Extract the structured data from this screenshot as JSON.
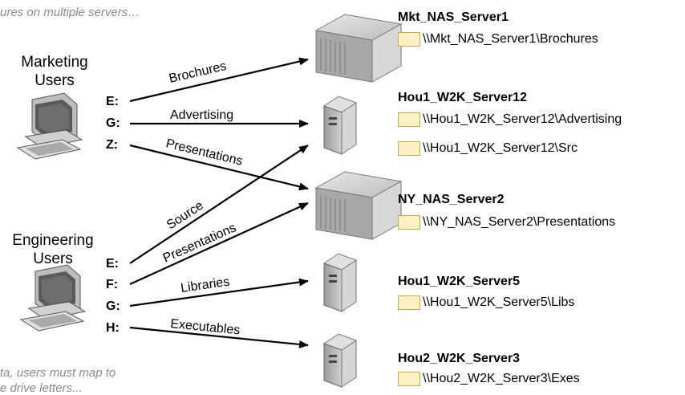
{
  "captions": {
    "top": "ures on multiple servers…",
    "bottom_line1": "ta, users must map to",
    "bottom_line2": "e drive letters..."
  },
  "groups": [
    {
      "name": "Marketing Users",
      "line1": "Marketing",
      "line2": "Users",
      "icon": "computer-icon",
      "drives": [
        "E:",
        "G:",
        "Z:"
      ]
    },
    {
      "name": "Engineering Users",
      "line1": "Engineering",
      "line2": "Users",
      "icon": "computer-icon",
      "drives": [
        "E:",
        "F:",
        "G:",
        "H:"
      ]
    }
  ],
  "servers": [
    {
      "name": "Mkt_NAS_Server1",
      "kind": "nas",
      "icon": "nas-server-icon",
      "shares": [
        "\\\\Mkt_NAS_Server1\\Brochures"
      ]
    },
    {
      "name": "Hou1_W2K_Server12",
      "kind": "tower",
      "icon": "tower-server-icon",
      "shares": [
        "\\\\Hou1_W2K_Server12\\Advertising",
        "\\\\Hou1_W2K_Server12\\Src"
      ]
    },
    {
      "name": "NY_NAS_Server2",
      "kind": "nas",
      "icon": "nas-server-icon",
      "shares": [
        "\\\\NY_NAS_Server2\\Presentations"
      ]
    },
    {
      "name": "Hou1_W2K_Server5",
      "kind": "tower",
      "icon": "tower-server-icon",
      "shares": [
        "\\\\Hou1_W2K_Server5\\Libs"
      ]
    },
    {
      "name": "Hou2_W2K_Server3",
      "kind": "tower",
      "icon": "tower-server-icon",
      "shares": [
        "\\\\Hou2_W2K_Server3\\Exes"
      ]
    }
  ],
  "mappings": [
    {
      "group": "Marketing Users",
      "drive": "E:",
      "label": "Brochures",
      "server": "Mkt_NAS_Server1"
    },
    {
      "group": "Marketing Users",
      "drive": "G:",
      "label": "Advertising",
      "server": "Hou1_W2K_Server12"
    },
    {
      "group": "Marketing Users",
      "drive": "Z:",
      "label": "Presentations",
      "server": "NY_NAS_Server2"
    },
    {
      "group": "Engineering Users",
      "drive": "E:",
      "label": "Source",
      "server": "Hou1_W2K_Server12"
    },
    {
      "group": "Engineering Users",
      "drive": "F:",
      "label": "Presentations",
      "server": "NY_NAS_Server2"
    },
    {
      "group": "Engineering Users",
      "drive": "G:",
      "label": "Libraries",
      "server": "Hou1_W2K_Server5"
    },
    {
      "group": "Engineering Users",
      "drive": "H:",
      "label": "Executables",
      "server": "Hou2_W2K_Server3"
    }
  ],
  "colors": {
    "folder": "#fdf1c4",
    "folder_edge": "#c8a84a",
    "server": "#c8c8c8",
    "caption": "#8a8a8a"
  }
}
